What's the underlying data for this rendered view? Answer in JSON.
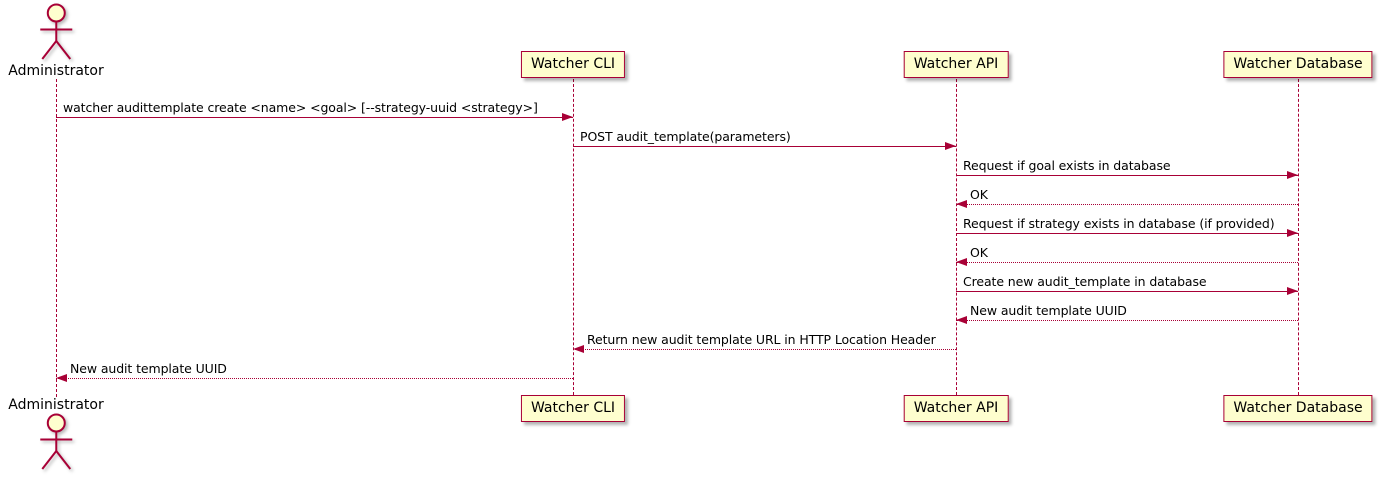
{
  "diagram": {
    "type": "sequence",
    "participants": [
      {
        "id": "administrator",
        "label": "Administrator",
        "kind": "actor"
      },
      {
        "id": "watcher-cli",
        "label": "Watcher CLI",
        "kind": "participant"
      },
      {
        "id": "watcher-api",
        "label": "Watcher API",
        "kind": "participant"
      },
      {
        "id": "watcher-db",
        "label": "Watcher Database",
        "kind": "participant"
      }
    ],
    "messages": [
      {
        "from": "administrator",
        "to": "watcher-cli",
        "label": "watcher audittemplate create <name> <goal> [--strategy-uuid <strategy>]",
        "line": "solid"
      },
      {
        "from": "watcher-cli",
        "to": "watcher-api",
        "label": "POST audit_template(parameters)",
        "line": "solid"
      },
      {
        "from": "watcher-api",
        "to": "watcher-db",
        "label": "Request if goal exists in database",
        "line": "solid"
      },
      {
        "from": "watcher-db",
        "to": "watcher-api",
        "label": "OK",
        "line": "dashed"
      },
      {
        "from": "watcher-api",
        "to": "watcher-db",
        "label": "Request if strategy exists in database (if provided)",
        "line": "solid"
      },
      {
        "from": "watcher-db",
        "to": "watcher-api",
        "label": "OK",
        "line": "dashed"
      },
      {
        "from": "watcher-api",
        "to": "watcher-db",
        "label": "Create new audit_template in database",
        "line": "solid"
      },
      {
        "from": "watcher-db",
        "to": "watcher-api",
        "label": "New audit template UUID",
        "line": "dashed"
      },
      {
        "from": "watcher-api",
        "to": "watcher-cli",
        "label": "Return new audit template URL in HTTP Location Header",
        "line": "dashed"
      },
      {
        "from": "watcher-cli",
        "to": "administrator",
        "label": "New audit template UUID",
        "line": "dashed"
      }
    ],
    "colors": {
      "accent": "#A80036",
      "participant_fill": "#FEFECE",
      "text": "#000000",
      "background": "#FFFFFF"
    }
  }
}
